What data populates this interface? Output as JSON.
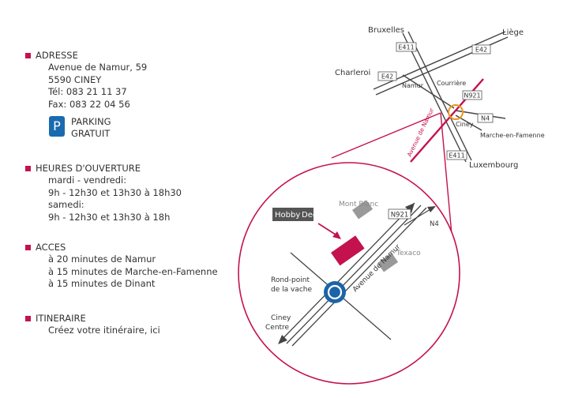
{
  "address": {
    "heading": "ADRESSE",
    "lines": [
      "Avenue de Namur, 59",
      "5590 CINEY",
      "Tél: 083 21 11 37",
      "Fax: 083 22 04 56"
    ]
  },
  "parking": {
    "icon": "P",
    "lines": [
      "PARKING",
      "GRATUIT"
    ]
  },
  "hours": {
    "heading": "HEURES D'OUVERTURE",
    "lines": [
      "mardi - vendredi:",
      "9h - 12h30 et 13h30 à 18h30",
      "samedi:",
      "9h - 12h30 et 13h30 à 18h"
    ]
  },
  "access": {
    "heading": "ACCES",
    "lines": [
      "à 20 minutes de Namur",
      "à 15 minutes de Marche-en-Famenne",
      "à 15 minutes de Dinant"
    ]
  },
  "itinerary": {
    "heading": "ITINERAIRE",
    "link": "Créez votre itinéraire, ici"
  },
  "map_overview": {
    "cities": {
      "bruxelles": "Bruxelles",
      "liege": "Liège",
      "charleroi": "Charleroi",
      "namur": "Namur",
      "courriere": "Courrière",
      "ciney": "Ciney",
      "marche": "Marche-en-Famenne",
      "luxembourg": "Luxembourg"
    },
    "roads": {
      "e411_top": "E411",
      "e42_right": "E42",
      "e42_left": "E42",
      "n921": "N921",
      "n4": "N4",
      "e411_bottom": "E411"
    },
    "avenue": "Avenue de Namur"
  },
  "map_detail": {
    "shop_logo_a": "Hobby",
    "shop_logo_b": "Deco",
    "mont_blanc": "Mont Blanc",
    "texaco": "Texaco",
    "n921": "N921",
    "n4": "N4",
    "avenue": "Avenue de Namur",
    "roundabout_1": "Rond-point",
    "roundabout_2": "de la vache",
    "centre_1": "Ciney",
    "centre_2": "Centre"
  },
  "colors": {
    "accent": "#c4124f",
    "parking_blue": "#1a6ab0",
    "roundabout": "#1b64a8",
    "road": "#444444",
    "building": "#999999"
  }
}
